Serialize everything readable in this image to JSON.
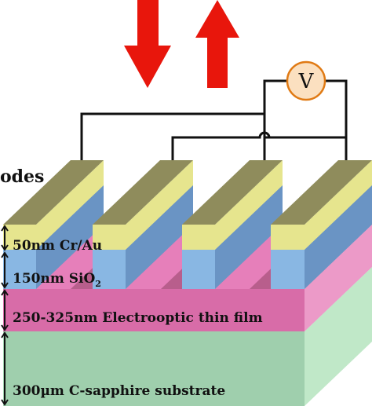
{
  "labels": {
    "electrodes": "odes",
    "cr_au": "50nm Cr/Au",
    "sio2_prefix": "150nm SiO",
    "sio2_sub": "2",
    "film": "250-325nm Electrooptic thin film",
    "substrate": "300µm C-sapphire substrate",
    "voltmeter": "V"
  },
  "colors": {
    "arrow": "#e8160c",
    "gold": "#e6e58e",
    "gold_dark": "#8f8c5c",
    "sio2": "#89b7e3",
    "sio2_top": "#a7cdef",
    "film": "#d86ca8",
    "film_top": "#e67fba",
    "substrate": "#9fcfad",
    "substrate_side": "#c0e8c8",
    "voltmeter_fill": "#fbe0c0",
    "voltmeter_stroke": "#e07a14"
  }
}
